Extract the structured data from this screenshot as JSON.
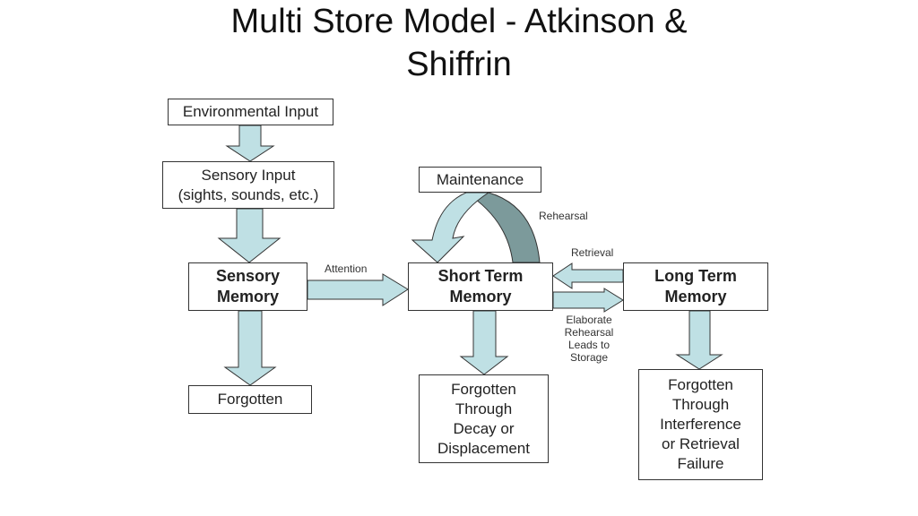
{
  "title": {
    "line1": "Multi Store Model - Atkinson &",
    "line2": "Shiffrin"
  },
  "colors": {
    "arrow_fill": "#bfe0e4",
    "arrow_dark_fill": "#7c9a9b",
    "border": "#333333"
  },
  "boxes": {
    "environmental_input": {
      "lines": [
        "Environmental Input"
      ]
    },
    "sensory_input": {
      "lines": [
        "Sensory Input",
        "(sights, sounds, etc.)"
      ]
    },
    "sensory_memory": {
      "lines": [
        "Sensory",
        "Memory"
      ]
    },
    "forgotten": {
      "lines": [
        "Forgotten"
      ]
    },
    "maintenance": {
      "lines": [
        "Maintenance"
      ]
    },
    "short_term_memory": {
      "lines": [
        "Short Term",
        "Memory"
      ]
    },
    "long_term_memory": {
      "lines": [
        "Long Term",
        "Memory"
      ]
    },
    "forgotten_decay": {
      "lines": [
        "Forgotten",
        "Through",
        "Decay or",
        "Displacement"
      ]
    },
    "forgotten_interference": {
      "lines": [
        "Forgotten",
        "Through",
        "Interference",
        "or Retrieval",
        "Failure"
      ]
    }
  },
  "labels": {
    "attention": "Attention",
    "rehearsal": "Rehearsal",
    "retrieval": "Retrieval",
    "elaborate": [
      "Elaborate",
      "Rehearsal",
      "Leads to",
      "Storage"
    ]
  }
}
